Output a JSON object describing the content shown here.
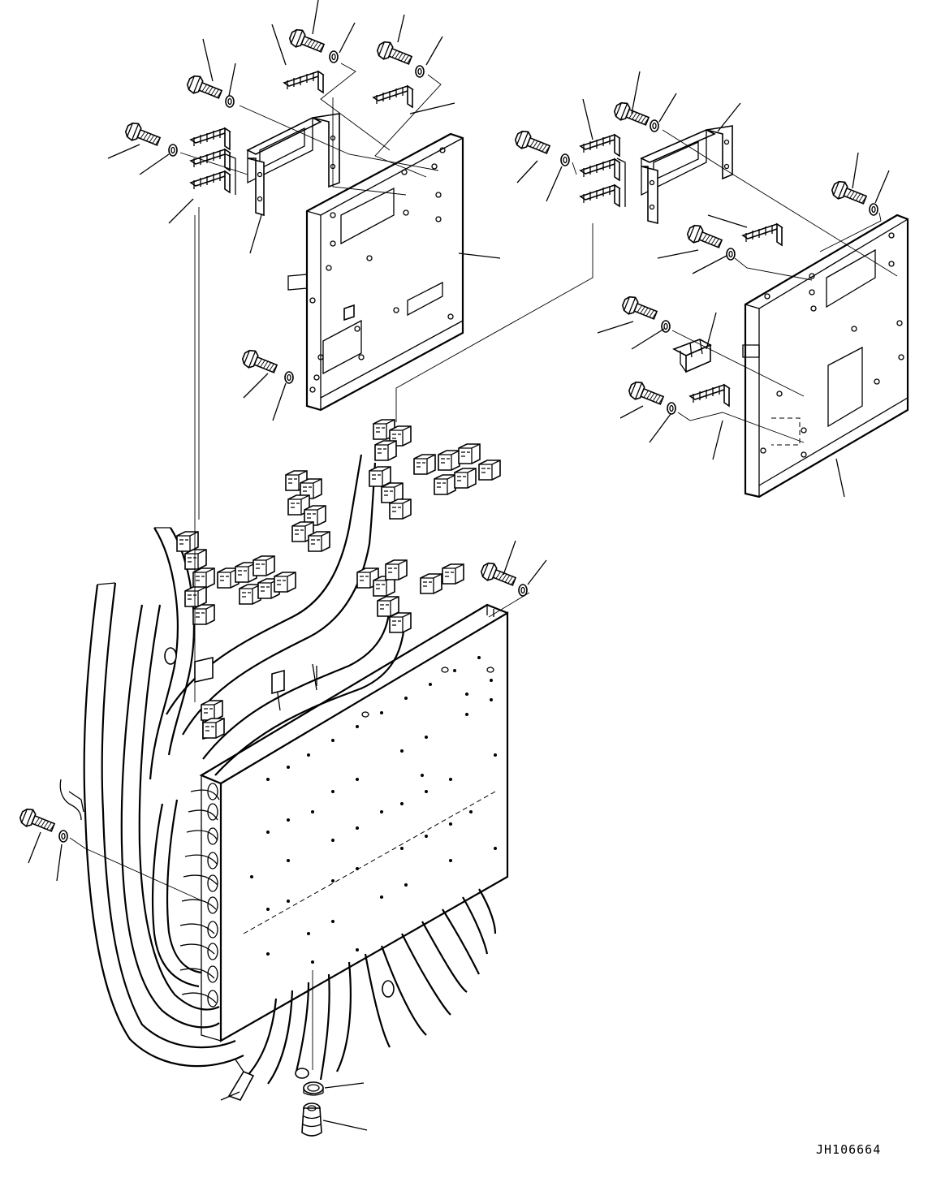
{
  "drawing": {
    "reference_code": "JH106664"
  },
  "parts": {
    "electrical_box": "electrical-box",
    "wire_harness": "wire-harness",
    "left_panel": "panel-plate-left",
    "right_panel": "panel-plate-right",
    "bracket": "mounting-bracket",
    "bolt": "hex-bolt",
    "washer": "washer",
    "connector_block": "connector-block",
    "grommet": "cable-grommet",
    "nut": "lock-nut"
  }
}
